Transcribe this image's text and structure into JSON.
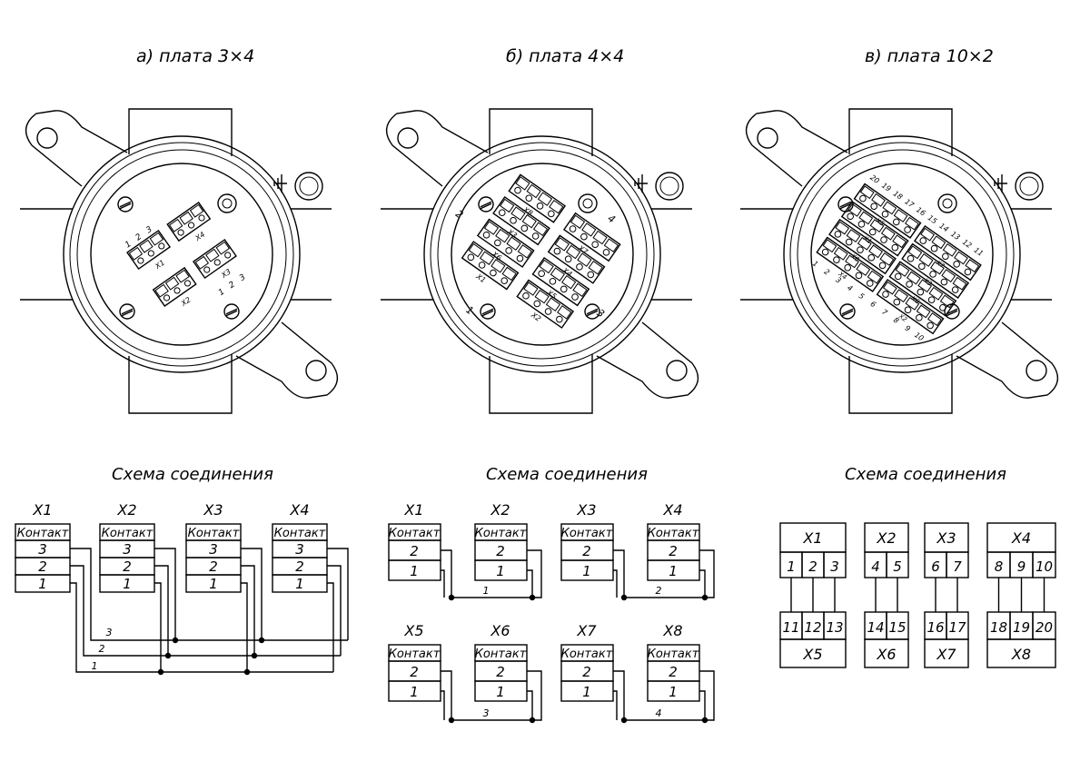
{
  "titles": {
    "a": "а) плата 3×4",
    "b": "б) плата 4×4",
    "c": "в) плата 10×2"
  },
  "scheme_title": "Схема соединения",
  "contact_header": "Контакт",
  "scheme_a": {
    "blocks": [
      "X1",
      "X2",
      "X3",
      "X4"
    ],
    "rows": [
      "3",
      "2",
      "1"
    ],
    "bus_labels": [
      "3",
      "2",
      "1"
    ]
  },
  "scheme_b": {
    "blocks": [
      "X1",
      "X2",
      "X3",
      "X4",
      "X5",
      "X6",
      "X7",
      "X8"
    ],
    "rows": [
      "2",
      "1"
    ],
    "bus_labels": [
      "1",
      "2",
      "3",
      "4"
    ]
  },
  "scheme_c": {
    "groups": [
      {
        "top": "X1",
        "top_pins": [
          "1",
          "2",
          "3"
        ],
        "bottom_pins": [
          "11",
          "12",
          "13"
        ],
        "bottom": "X5"
      },
      {
        "top": "X2",
        "top_pins": [
          "4",
          "5"
        ],
        "bottom_pins": [
          "14",
          "15"
        ],
        "bottom": "X6"
      },
      {
        "top": "X3",
        "top_pins": [
          "6",
          "7"
        ],
        "bottom_pins": [
          "16",
          "17"
        ],
        "bottom": "X7"
      },
      {
        "top": "X4",
        "top_pins": [
          "8",
          "9",
          "10"
        ],
        "bottom_pins": [
          "18",
          "19",
          "20"
        ],
        "bottom": "X8"
      }
    ]
  },
  "board_a": {
    "block_labels": [
      "X1",
      "X2",
      "X3",
      "X4"
    ],
    "pin_numbers": [
      "1",
      "2",
      "3"
    ]
  },
  "board_b": {
    "block_labels": [
      "X1",
      "X2",
      "X3",
      "X4",
      "X5",
      "X6",
      "X7",
      "X8"
    ],
    "side_numbers": [
      "1",
      "2",
      "3",
      "4"
    ]
  },
  "board_c": {
    "block_labels": [
      "X1",
      "X2",
      "X3",
      "X4",
      "X5",
      "X6",
      "X7",
      "X8"
    ],
    "pin_numbers_left": [
      "1",
      "2",
      "3",
      "4",
      "5",
      "6",
      "7",
      "8",
      "9",
      "10"
    ],
    "pin_numbers_right": [
      "11",
      "12",
      "13",
      "14",
      "15",
      "16",
      "17",
      "18",
      "19",
      "20"
    ]
  },
  "icons": [
    "ground-symbol-icon",
    "screw-icon",
    "cable-gland-icon"
  ]
}
